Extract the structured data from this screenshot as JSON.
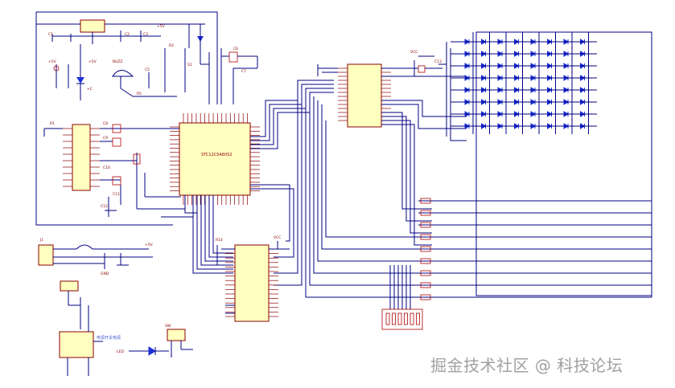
{
  "schematic": {
    "mcu_label": "STC12C5A60S2",
    "upper_chip_label": "",
    "lower_chip_label": "",
    "left_chip_label": "",
    "regulator_label": "",
    "power_module_label": "",
    "power_note": "电源开关电源",
    "led_label": "LED",
    "switch_label": "SW",
    "colors": {
      "wire": "#000080",
      "component": "#8b0000",
      "chip_fill": "#ffffc0",
      "led": "#1c2fd8"
    }
  },
  "watermark": {
    "text": "掘金技术社区 @ 科技论坛"
  }
}
